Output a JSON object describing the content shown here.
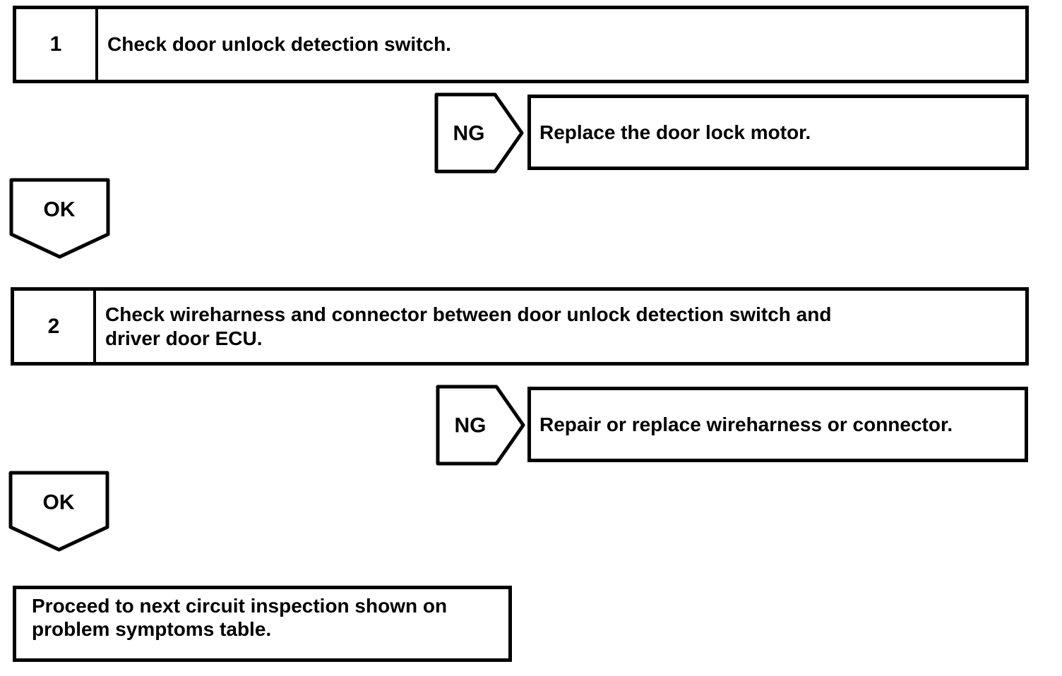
{
  "colors": {
    "ink": "#000000",
    "paper": "#ffffff"
  },
  "flowchart": {
    "steps": [
      {
        "number": "1",
        "instruction_lines": [
          "Check door unlock detection switch."
        ],
        "ng": {
          "label": "NG",
          "result": "Replace the door lock motor."
        },
        "ok": {
          "label": "OK"
        }
      },
      {
        "number": "2",
        "instruction_lines": [
          "Check wireharness and connector between door unlock detection switch and",
          "driver door ECU."
        ],
        "ng": {
          "label": "NG",
          "result": "Repair or replace wireharness or connector."
        },
        "ok": {
          "label": "OK"
        }
      }
    ],
    "terminal_lines": [
      "Proceed to next circuit inspection shown on",
      "problem symptoms table."
    ]
  }
}
